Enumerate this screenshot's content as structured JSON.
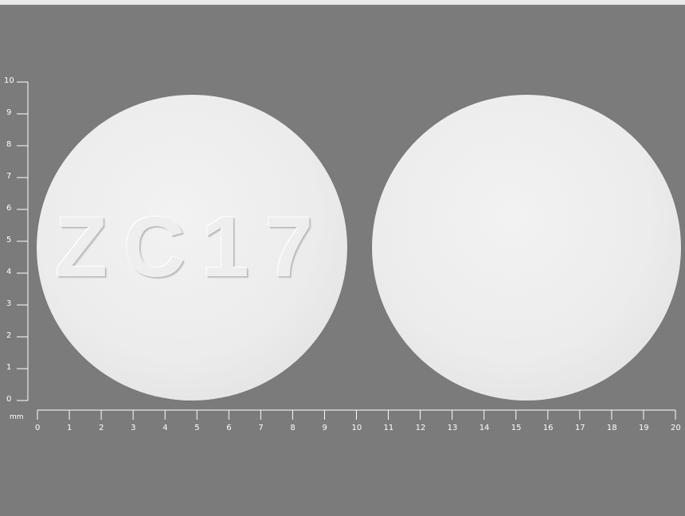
{
  "pill_left": {
    "imprint": "ZC17"
  },
  "ruler": {
    "unit": "mm",
    "vertical_ticks": [
      "0",
      "1",
      "2",
      "3",
      "4",
      "5",
      "6",
      "7",
      "8",
      "9",
      "10"
    ],
    "horizontal_ticks": [
      "0",
      "1",
      "2",
      "3",
      "4",
      "5",
      "6",
      "7",
      "8",
      "9",
      "10",
      "11",
      "12",
      "13",
      "14",
      "15",
      "16",
      "17",
      "18",
      "19",
      "20"
    ]
  },
  "colors": {
    "background": "#7b7b7b",
    "pill": "#ececec",
    "ruler": "#ffffff"
  }
}
